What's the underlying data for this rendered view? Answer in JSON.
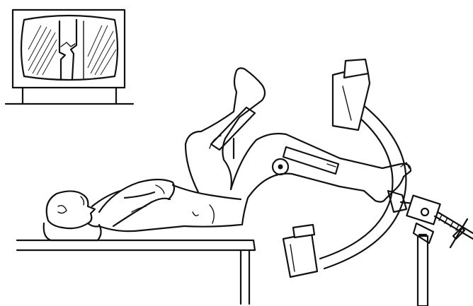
{
  "illustration": {
    "colors": {
      "ink": "#111111",
      "background": "#ffffff"
    },
    "elements": [
      "monitor-screen",
      "patient-figure",
      "operating-table",
      "c-arm-fluoroscope",
      "traction-device"
    ]
  }
}
